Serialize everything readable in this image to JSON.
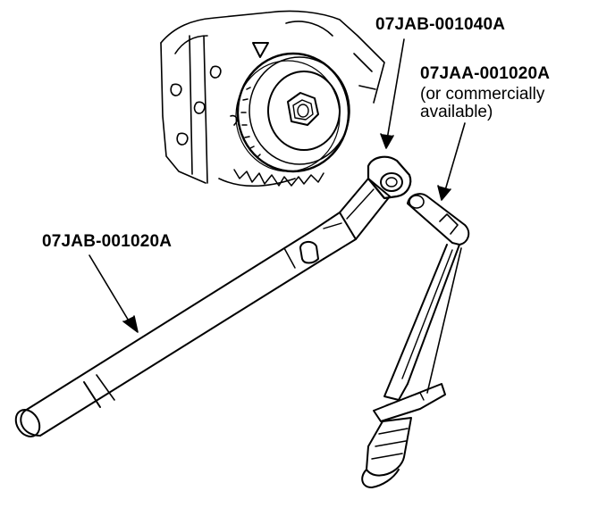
{
  "labels": {
    "tool_upper": "07JAB-001040A",
    "tool_right": "07JAA-001020A",
    "tool_right_note_1": "(or commercially",
    "tool_right_note_2": "available)",
    "tool_left": "07JAB-001020A"
  },
  "colors": {
    "ink": "#000000",
    "paper": "#ffffff"
  }
}
